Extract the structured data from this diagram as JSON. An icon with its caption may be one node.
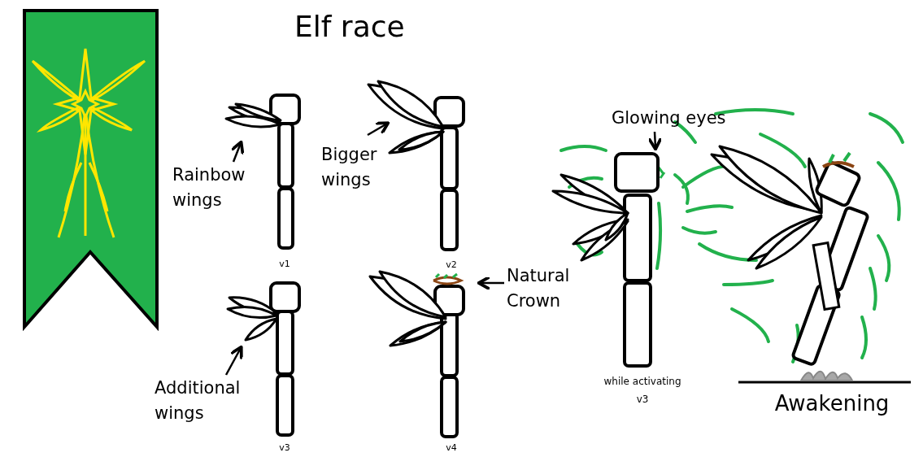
{
  "diagram": {
    "title": "Elf race",
    "nodes": [
      {
        "text": [
          "Rainbow wings"
        ]
      },
      {
        "text": [],
        "shape": "picture"
      },
      {
        "text": [
          "Bigger wings"
        ]
      },
      {
        "text": [],
        "shape": "picture"
      },
      {
        "text": [
          "Additional wings"
        ]
      },
      {
        "text": [],
        "shape": "picture"
      },
      {
        "text": [
          "Natural Crown"
        ]
      },
      {
        "text": [],
        "shape": "picture"
      },
      {
        "text": [
          "Glowing eyes"
        ]
      },
      {
        "text": [],
        "shape": "box"
      }
    ],
    "edges": [
      {
        "from": 0,
        "to": 1,
        "arrow": "to"
      },
      {
        "from": 2,
        "to": 3,
        "arrow": "to"
      },
      {
        "from": 4,
        "to": 5,
        "arrow": "to"
      },
      {
        "from": 6,
        "to": 7,
        "arrow": "to"
      },
      {
        "from": 8,
        "to": 9,
        "arrow": "to"
      }
    ],
    "labels": [
      "v1",
      "v2",
      "while activating v3",
      "Awakening",
      "v3",
      "v4"
    ]
  }
}
